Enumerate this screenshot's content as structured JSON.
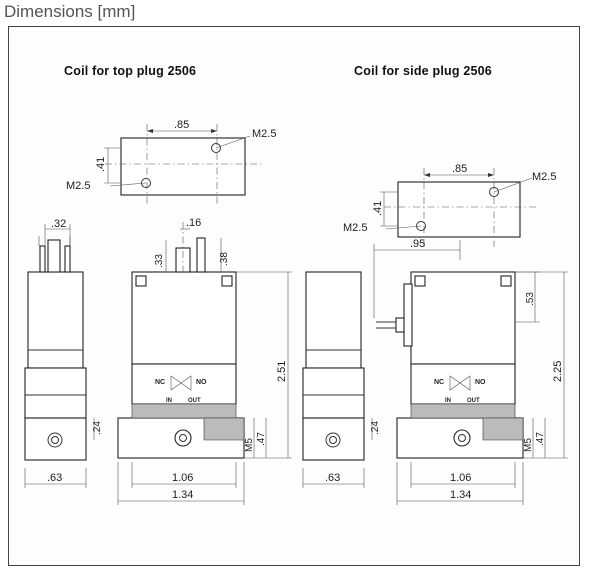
{
  "header": {
    "title": "Dimensions [mm]"
  },
  "views": {
    "top_plug": {
      "title": "Coil for top plug 2506",
      "labels": {
        "hole_spacing": ".85",
        "thread_top": "M2.5",
        "thread_bottom": "M2.5",
        "height_small": ".41",
        "pin_width": ".32",
        "pin_offset": ".16",
        "h_33": ".33",
        "h_38": ".38",
        "total_height": "2.51",
        "m5": "M5",
        "h_47": ".47",
        "h_24": ".24",
        "w_63": ".63",
        "w_106": "1.06",
        "w_134": "1.34",
        "valve_nc": "NC",
        "valve_no": "NO",
        "port_in": "IN",
        "port_out": "OUT"
      }
    },
    "side_plug": {
      "title": "Coil for side plug 2506",
      "labels": {
        "hole_spacing": ".85",
        "thread_top": "M2.5",
        "thread_bottom": "M2.5",
        "height_small": ".41",
        "w_95": ".95",
        "h_53": ".53",
        "total_height": "2.25",
        "m5": "M5",
        "h_47": ".47",
        "h_24": ".24",
        "w_63": ".63",
        "w_106": "1.06",
        "w_134": "1.34",
        "valve_nc": "NC",
        "valve_no": "NO",
        "port_in": "IN",
        "port_out": "OUT"
      }
    }
  }
}
